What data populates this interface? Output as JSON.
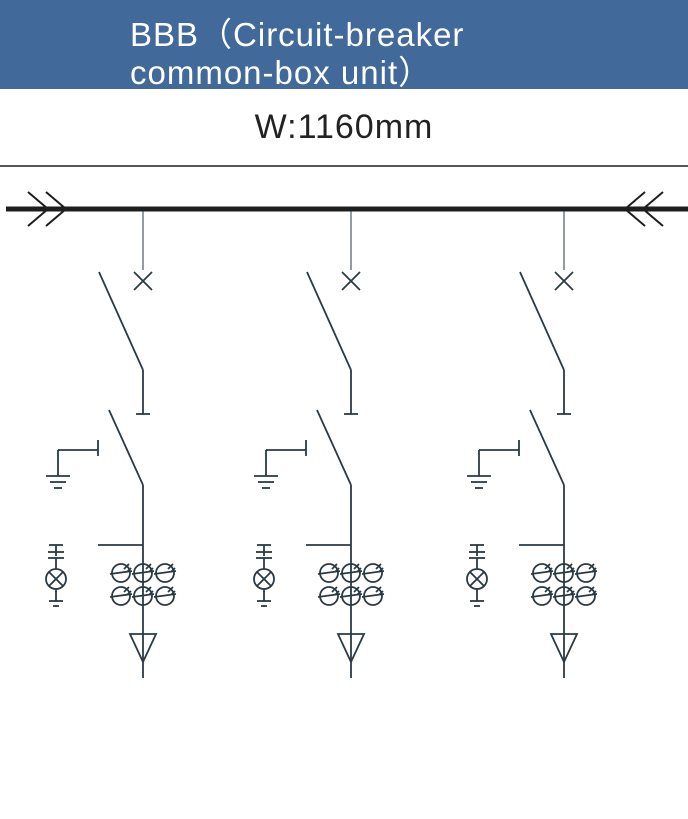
{
  "header": {
    "title_line1": "BBB（Circuit-breaker",
    "title_line2": "common-box unit）",
    "background": "#41699a",
    "text_color": "#ffffff"
  },
  "width_label": "W:1160mm",
  "diagram": {
    "stroke_color": "#2a3a44",
    "busbar_color": "#1e1e1e",
    "busbar_end_symbols": [
      "double-chevron-right-icon",
      "double-chevron-left-icon"
    ],
    "feeders": [
      {
        "name": "feeder-1",
        "components": [
          "load-break-switch-icon",
          "isolating-switch-icon",
          "earthing-switch-icon",
          "indicator-lamp-icon",
          "current-transformer-icon",
          "cable-termination-icon"
        ]
      },
      {
        "name": "feeder-2",
        "components": [
          "load-break-switch-icon",
          "isolating-switch-icon",
          "earthing-switch-icon",
          "indicator-lamp-icon",
          "current-transformer-icon",
          "cable-termination-icon"
        ]
      },
      {
        "name": "feeder-3",
        "components": [
          "load-break-switch-icon",
          "isolating-switch-icon",
          "earthing-switch-icon",
          "indicator-lamp-icon",
          "current-transformer-icon",
          "cable-termination-icon"
        ]
      }
    ]
  }
}
